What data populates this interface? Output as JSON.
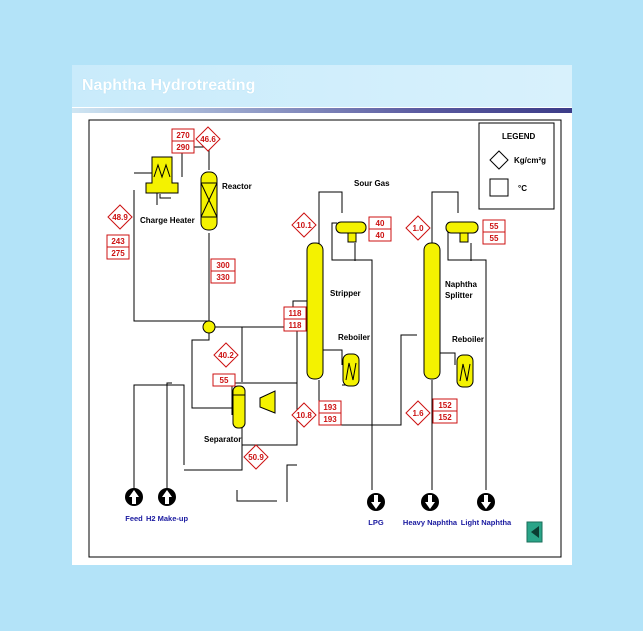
{
  "title": "Naphtha Hydrotreating",
  "legend": {
    "heading": "LEGEND",
    "pressure_unit": "Kg/cm²g",
    "temp_unit": "°C"
  },
  "equipment": {
    "charge_heater": "Charge Heater",
    "reactor": "Reactor",
    "separator": "Separator",
    "stripper": "Stripper",
    "stripper_reboiler": "Reboiler",
    "sour_gas": "Sour Gas",
    "splitter_line1": "Naphtha",
    "splitter_line2": "Splitter",
    "splitter_reboiler": "Reboiler"
  },
  "streams": {
    "feed": "Feed",
    "h2": "H2 Make-up",
    "lpg": "LPG",
    "heavy": "Heavy Naphtha",
    "light": "Light Naphtha"
  },
  "values": {
    "heater_p": "48.9",
    "heater_t1": "243",
    "heater_t2": "275",
    "reactor_in_t1": "270",
    "reactor_in_t2": "290",
    "reactor_p": "46.6",
    "reactor_out_t1": "300",
    "reactor_out_t2": "330",
    "sep_p": "40.2",
    "sep_t": "55",
    "comp_p": "50.9",
    "strip_p": "10.1",
    "strip_top_t1": "40",
    "strip_top_t2": "40",
    "strip_feed_t1": "118",
    "strip_feed_t2": "118",
    "strip_bot_p": "10.8",
    "strip_bot_t1": "193",
    "strip_bot_t2": "193",
    "split_p": "1.0",
    "split_top_t1": "55",
    "split_top_t2": "55",
    "split_bot_p": "1.6",
    "split_bot_t1": "152",
    "split_bot_t2": "152"
  },
  "colors": {
    "equipment": "#f4f200",
    "values": "#cc1111",
    "stream_labels": "#1a1aa0",
    "background": "#b3e3f8"
  },
  "nav": {
    "icon": "play-left-icon"
  }
}
